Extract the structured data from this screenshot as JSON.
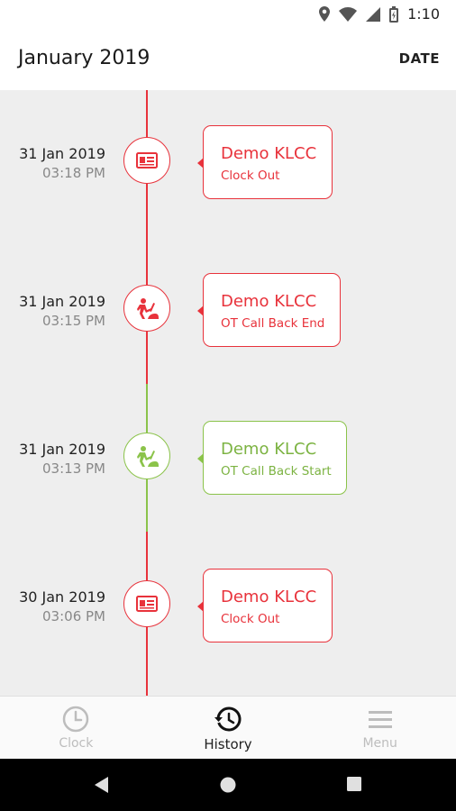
{
  "status_bar": {
    "time": "1:10"
  },
  "header": {
    "title": "January 2019",
    "date_button": "DATE"
  },
  "entries": [
    {
      "date": "31 Jan 2019",
      "time": "03:18 PM",
      "location": "Demo KLCC",
      "action": "Clock Out",
      "color": "#e8323b",
      "icon": "id-card-icon"
    },
    {
      "date": "31 Jan 2019",
      "time": "03:15 PM",
      "location": "Demo KLCC",
      "action": "OT Call Back End",
      "color": "#e8323b",
      "icon": "worker-icon"
    },
    {
      "date": "31 Jan 2019",
      "time": "03:13 PM",
      "location": "Demo KLCC",
      "action": "OT Call Back Start",
      "color": "#8bc34a",
      "icon": "worker-icon"
    },
    {
      "date": "30 Jan 2019",
      "time": "03:06 PM",
      "location": "Demo KLCC",
      "action": "Clock Out",
      "color": "#e8323b",
      "icon": "id-card-icon"
    }
  ],
  "bottom_nav": {
    "clock": "Clock",
    "history": "History",
    "menu": "Menu",
    "active": "History"
  }
}
